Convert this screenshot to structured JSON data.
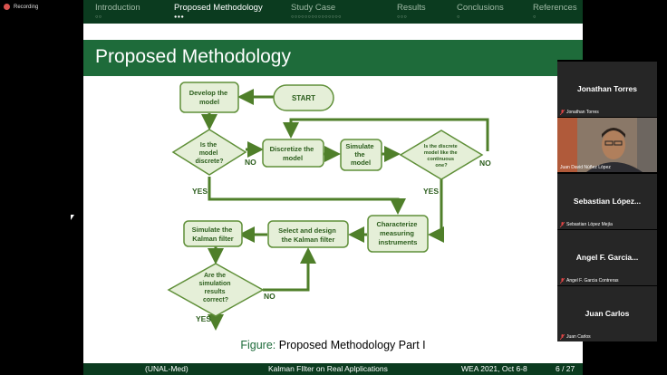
{
  "recording": {
    "label": "Recording"
  },
  "nav": {
    "sections": [
      {
        "label": "Introduction",
        "dots": "○○"
      },
      {
        "label": "Proposed Methodology",
        "dots": "●●●"
      },
      {
        "label": "Study Case",
        "dots": "○○○○○○○○○○○○○○○"
      },
      {
        "label": "Results",
        "dots": "○○○"
      },
      {
        "label": "Conclusions",
        "dots": "○"
      },
      {
        "label": "References",
        "dots": "○"
      }
    ]
  },
  "slide": {
    "title": "Proposed Methodology",
    "caption_prefix": "Figure:",
    "caption_text": " Proposed Methodology Part I"
  },
  "flowchart": {
    "develop": [
      "Develop the",
      "model"
    ],
    "start": "START",
    "is_discrete": [
      "Is the",
      "model",
      "discrete?"
    ],
    "discretize": [
      "Discretize the",
      "model"
    ],
    "simulate_model": [
      "Simulate",
      "the",
      "model"
    ],
    "is_like_cont": [
      "Is the discrete",
      "model like the",
      "continuous",
      "one?"
    ],
    "characterize": [
      "Characterize",
      "measuring",
      "instruments"
    ],
    "select_design": [
      "Select and design",
      "the Kalman filter"
    ],
    "simulate_kf": [
      "Simulate the",
      "Kalman filter"
    ],
    "results_correct": [
      "Are the",
      "simulation",
      "results",
      "correct?"
    ],
    "labels": {
      "no": "NO",
      "yes": "YES"
    }
  },
  "footer": {
    "left": "(UNAL-Med)",
    "center": "Kalman FIlter on Real Aplplications",
    "right": "WEA 2021, Oct 6-8",
    "page": "6 / 27"
  },
  "participants": [
    {
      "name": "Jonathan Torres",
      "sub": "Jonathan Torres",
      "video": false
    },
    {
      "name": "",
      "sub": "Juan David Núñez López",
      "video": true
    },
    {
      "name": "Sebastian López...",
      "sub": "Sebastian López Mejía",
      "video": false
    },
    {
      "name": "Angel F. Garcia...",
      "sub": "Angel F. Garcia Contreras",
      "video": false
    },
    {
      "name": "Juan Carlos",
      "sub": "Juan Carlos",
      "video": false
    }
  ],
  "colors": {
    "nav_bg": "#0b3b1f",
    "title_bg": "#1e6b3a",
    "node_fill": "#e5efd8",
    "node_stroke": "#5f8f38",
    "arrow": "#4f7f2a",
    "mic_muted": "#e04545"
  }
}
